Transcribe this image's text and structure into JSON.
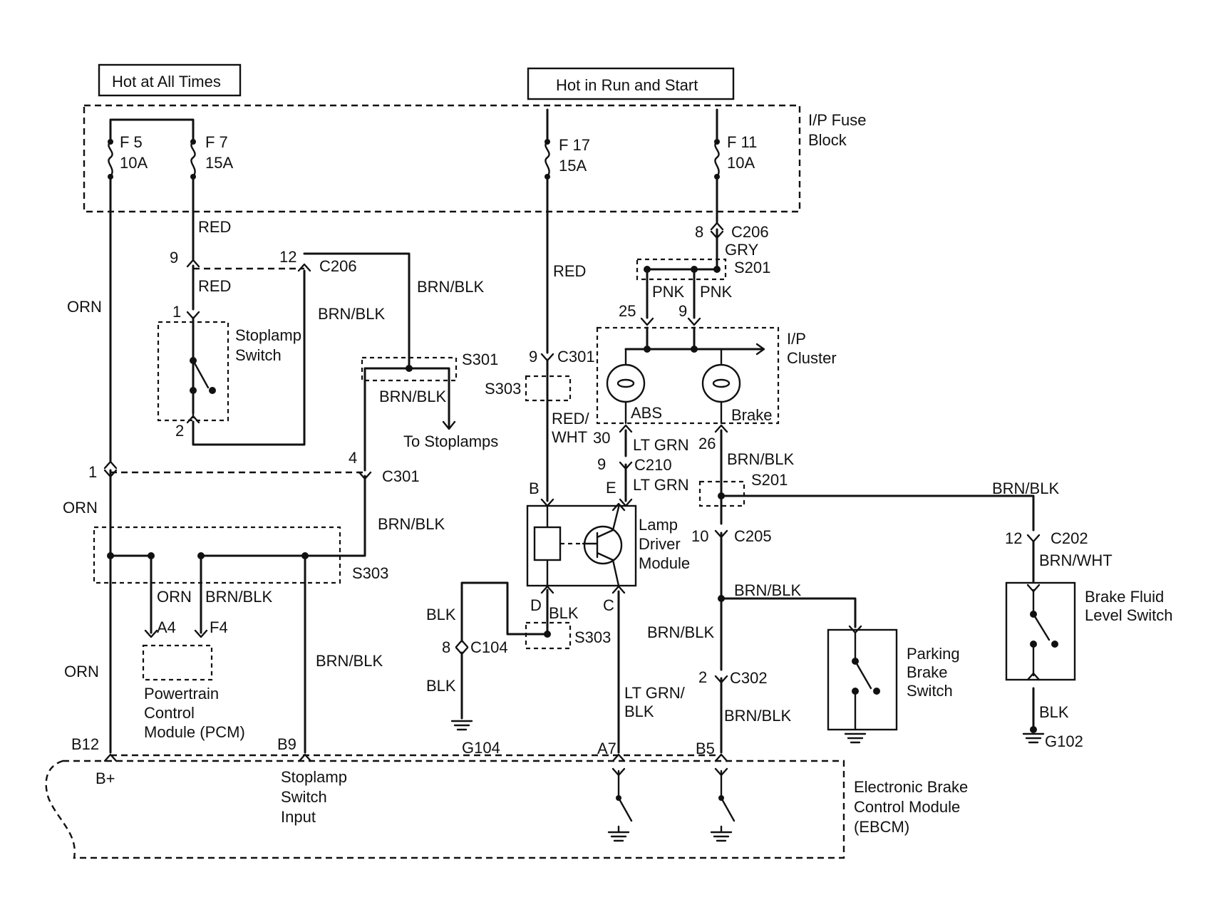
{
  "headers": {
    "hot_always": "Hot at All Times",
    "hot_run_start": "Hot in Run and Start"
  },
  "fuse_block": {
    "label_line1": "I/P Fuse",
    "label_line2": "Block"
  },
  "fuses": [
    {
      "id": "F 5",
      "rating": "10A"
    },
    {
      "id": "F 7",
      "rating": "15A"
    },
    {
      "id": "F 17",
      "rating": "15A"
    },
    {
      "id": "F 11",
      "rating": "10A"
    }
  ],
  "wire_colors": {
    "red": "RED",
    "orn": "ORN",
    "brn_blk": "BRN/BLK",
    "gry": "GRY",
    "pnk": "PNK",
    "red_wht_1": "RED/",
    "red_wht_2": "WHT",
    "lt_grn": "LT GRN",
    "lt_grn_blk_1": "LT GRN/",
    "lt_grn_blk_2": "BLK",
    "blk": "BLK",
    "brn_wht": "BRN/WHT"
  },
  "connectors": {
    "c206": "C206",
    "c301": "C301",
    "c210": "C210",
    "c205": "C205",
    "c202": "C202",
    "c104": "C104",
    "c302": "C302"
  },
  "splices": {
    "s201": "S201",
    "s301": "S301",
    "s303": "S303"
  },
  "grounds": {
    "g104": "G104",
    "g102": "G102"
  },
  "pins": {
    "p9": "9",
    "p12": "12",
    "p1": "1",
    "p2": "2",
    "p4": "4",
    "p8": "8",
    "p25": "25",
    "p30": "30",
    "p26": "26",
    "p10": "10",
    "pB": "B",
    "pE": "E",
    "pD": "D",
    "pC": "C",
    "A4": "A4",
    "F4": "F4",
    "B12": "B12",
    "B9": "B9",
    "A7": "A7",
    "B5": "B5"
  },
  "components": {
    "stoplamp_switch": [
      "Stoplamp",
      "Switch"
    ],
    "to_stoplamps": "To Stoplamps",
    "ip_cluster": [
      "I/P",
      "Cluster"
    ],
    "abs": "ABS",
    "brake": "Brake",
    "lamp_driver": [
      "Lamp",
      "Driver",
      "Module"
    ],
    "pcm": [
      "Powertrain",
      "Control",
      "Module (PCM)"
    ],
    "parking_brake": [
      "Parking",
      "Brake",
      "Switch"
    ],
    "brake_fluid": [
      "Brake Fluid",
      "Level Switch"
    ],
    "ebcm": [
      "Electronic Brake",
      "Control Module",
      "(EBCM)"
    ],
    "b_plus": "B+",
    "stoplamp_input": [
      "Stoplamp",
      "Switch",
      "Input"
    ]
  }
}
